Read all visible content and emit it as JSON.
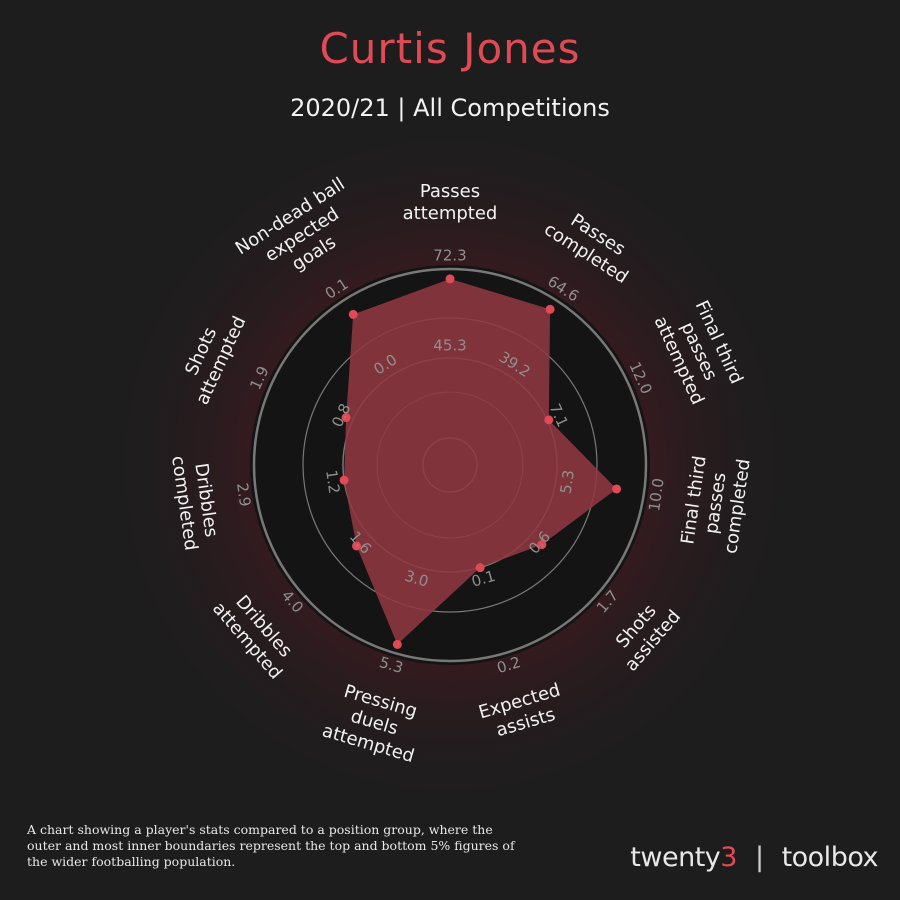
{
  "header": {
    "title": "Curtis Jones",
    "subtitle": "2020/21 | All Competitions"
  },
  "chart_data": {
    "type": "radar",
    "title": "Curtis Jones",
    "subtitle": "2020/21 | All Competitions",
    "metrics": [
      {
        "label": [
          "Passes",
          "attempted"
        ],
        "inner": 45.3,
        "outer": 72.3,
        "value": 72.0
      },
      {
        "label": [
          "Passes",
          "completed"
        ],
        "inner": 39.2,
        "outer": 64.6,
        "value": 64.0
      },
      {
        "label": [
          "Final third",
          "passes",
          "attempted"
        ],
        "inner": 7.1,
        "outer": 12.0,
        "value": 7.2
      },
      {
        "label": [
          "Final third",
          "passes",
          "completed"
        ],
        "inner": 5.3,
        "outer": 10.0,
        "value": 8.9
      },
      {
        "label": [
          "Shots",
          "assisted"
        ],
        "inner": 0.6,
        "outer": 1.7,
        "value": 0.8
      },
      {
        "label": [
          "Expected",
          "assists"
        ],
        "inner": 0.1,
        "outer": 0.2,
        "value": 0.1
      },
      {
        "label": [
          "Pressing",
          "duels",
          "attempted"
        ],
        "inner": 3.0,
        "outer": 5.3,
        "value": 5.3
      },
      {
        "label": [
          "Dribbles",
          "attempted"
        ],
        "inner": 1.6,
        "outer": 4.0,
        "value": 2.1
      },
      {
        "label": [
          "Dribbles",
          "completed"
        ],
        "inner": 1.2,
        "outer": 2.9,
        "value": 1.2
      },
      {
        "label": [
          "Shots",
          "attempted"
        ],
        "inner": 0.8,
        "outer": 1.9,
        "value": 0.9
      },
      {
        "label": [
          "Non-dead ball",
          "expected",
          "goals"
        ],
        "inner": 0.0,
        "outer": 0.1,
        "value": 0.09
      }
    ]
  },
  "footer": {
    "note": "A chart showing a player's stats compared to a position group, where the outer and most inner boundaries represent the top and bottom 5% figures of the wider footballing population.",
    "brand_left": "twenty",
    "brand_accent": "3",
    "brand_sep": "|",
    "brand_right": "toolbox"
  },
  "colors": {
    "background": "#1e1d1e",
    "accent": "#e04a55",
    "polygon_fill": "#8f3840",
    "ring": "#9a9a9a"
  }
}
